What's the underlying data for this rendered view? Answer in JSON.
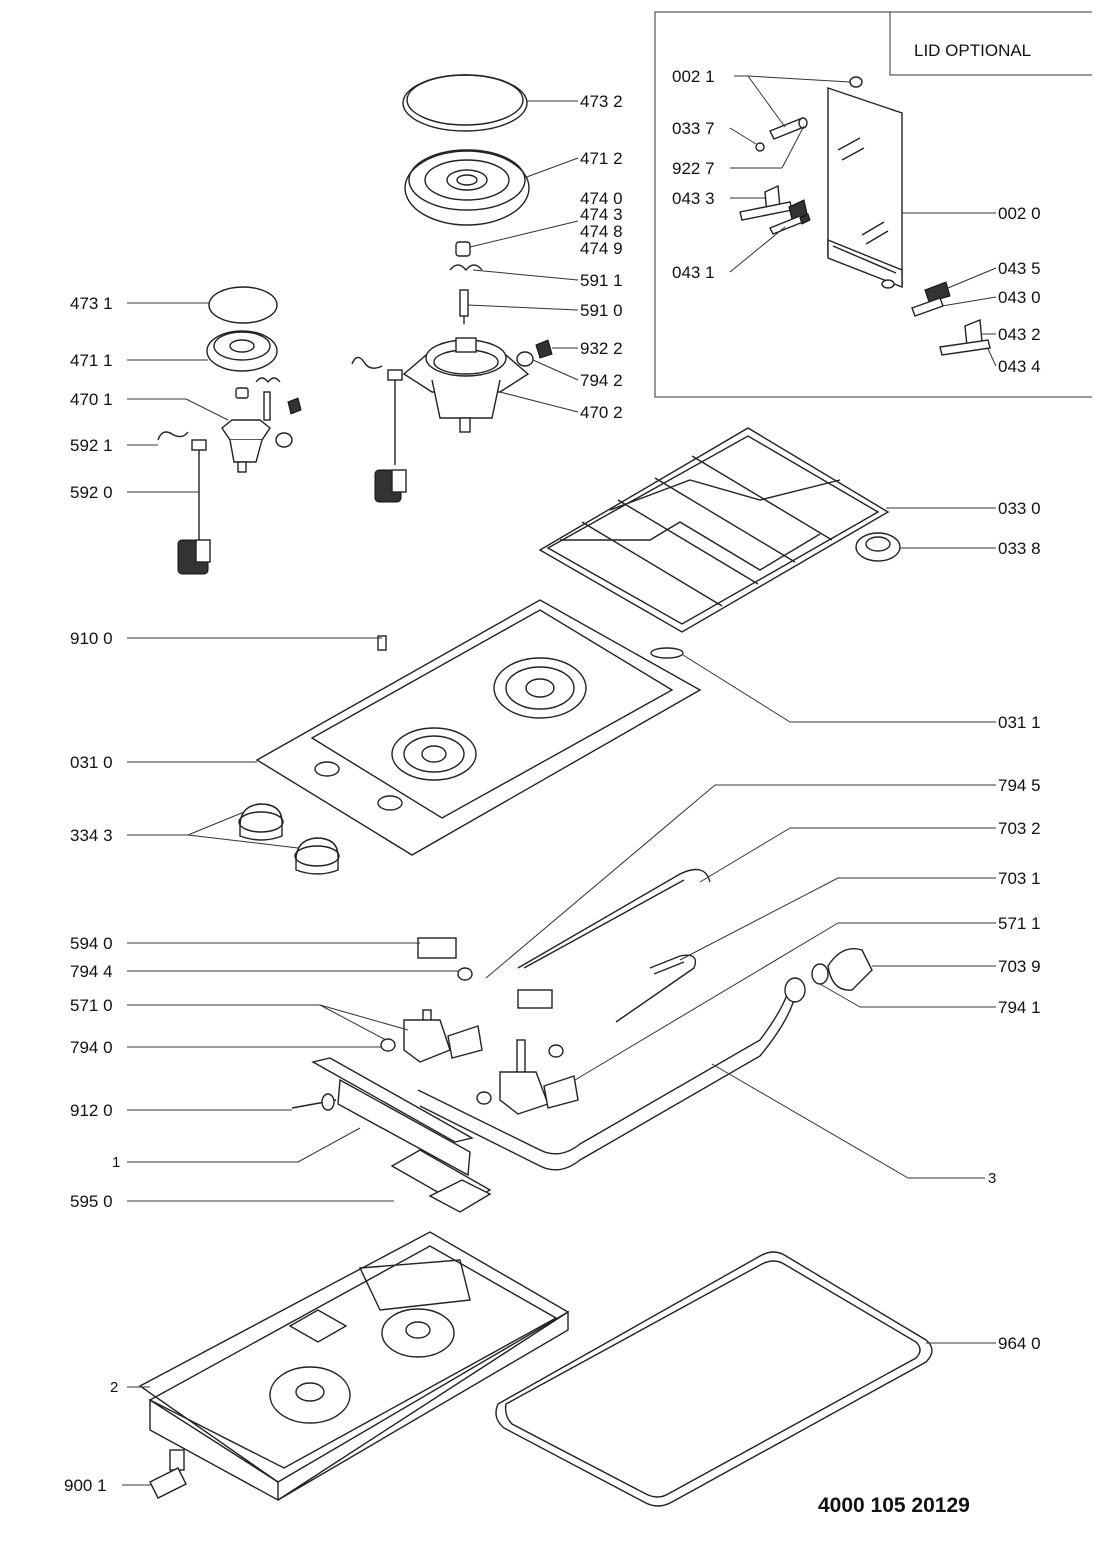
{
  "lid_box": {
    "title": "LID OPTIONAL"
  },
  "document_code": "4000 105 20129",
  "labels": [
    {
      "id": "l-4732",
      "text": "473 2"
    },
    {
      "id": "l-4712",
      "text": "471 2"
    },
    {
      "id": "l-4740",
      "text": "474 0"
    },
    {
      "id": "l-4743",
      "text": "474 3"
    },
    {
      "id": "l-4748",
      "text": "474 8"
    },
    {
      "id": "l-4749",
      "text": "474 9"
    },
    {
      "id": "l-5911",
      "text": "591 1"
    },
    {
      "id": "l-5910",
      "text": "591 0"
    },
    {
      "id": "l-9322",
      "text": "932 2"
    },
    {
      "id": "l-7942",
      "text": "794 2"
    },
    {
      "id": "l-4702",
      "text": "470 2"
    },
    {
      "id": "l-4731",
      "text": "473 1"
    },
    {
      "id": "l-4711",
      "text": "471 1"
    },
    {
      "id": "l-4701",
      "text": "470 1"
    },
    {
      "id": "l-5921",
      "text": "592 1"
    },
    {
      "id": "l-5920",
      "text": "592 0"
    },
    {
      "id": "l-0021",
      "text": "002 1"
    },
    {
      "id": "l-0337",
      "text": "033 7"
    },
    {
      "id": "l-9227",
      "text": "922 7"
    },
    {
      "id": "l-0433",
      "text": "043 3"
    },
    {
      "id": "l-0431",
      "text": "043 1"
    },
    {
      "id": "l-0020",
      "text": "002 0"
    },
    {
      "id": "l-0435",
      "text": "043 5"
    },
    {
      "id": "l-0430",
      "text": "043 0"
    },
    {
      "id": "l-0432",
      "text": "043 2"
    },
    {
      "id": "l-0434",
      "text": "043 4"
    },
    {
      "id": "l-0330",
      "text": "033 0"
    },
    {
      "id": "l-0338",
      "text": "033 8"
    },
    {
      "id": "l-9100",
      "text": "910 0"
    },
    {
      "id": "l-0311",
      "text": "031 1"
    },
    {
      "id": "l-0310",
      "text": "031 0"
    },
    {
      "id": "l-7945",
      "text": "794 5"
    },
    {
      "id": "l-3343",
      "text": "334 3"
    },
    {
      "id": "l-7032",
      "text": "703 2"
    },
    {
      "id": "l-7031",
      "text": "703 1"
    },
    {
      "id": "l-5711",
      "text": "571 1"
    },
    {
      "id": "l-5940",
      "text": "594 0"
    },
    {
      "id": "l-7039",
      "text": "703 9"
    },
    {
      "id": "l-7944",
      "text": "794 4"
    },
    {
      "id": "l-7941",
      "text": "794 1"
    },
    {
      "id": "l-5710",
      "text": "571 0"
    },
    {
      "id": "l-7940",
      "text": "794 0"
    },
    {
      "id": "l-9120",
      "text": "912 0"
    },
    {
      "id": "l-1",
      "text": "1"
    },
    {
      "id": "l-3",
      "text": "3"
    },
    {
      "id": "l-5950",
      "text": "595 0"
    },
    {
      "id": "l-9640",
      "text": "964 0"
    },
    {
      "id": "l-2",
      "text": "2"
    },
    {
      "id": "l-9001",
      "text": "900 1"
    }
  ]
}
